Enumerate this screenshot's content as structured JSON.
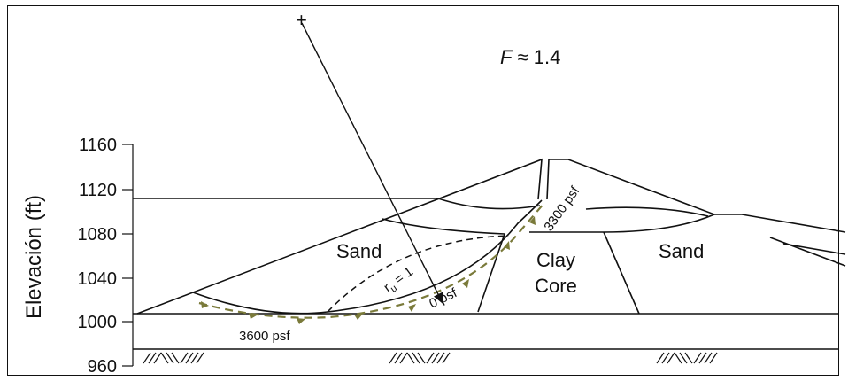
{
  "factor_of_safety": {
    "prefix": "F",
    "value": "≈ 1.4"
  },
  "y_axis": {
    "label": "Elevación (ft)",
    "ticks": [
      "1160",
      "1120",
      "1080",
      "1040",
      "1000",
      "960"
    ]
  },
  "regions": {
    "sand_left": "Sand",
    "sand_right": "Sand",
    "core_line1": "Clay",
    "core_line2": "Core"
  },
  "annotations": {
    "pressure_base": "3600 psf",
    "pressure_top": "3300 psf",
    "pressure_zero": "0 psf",
    "ru_label": "r",
    "ru_sub": "u",
    "ru_value": " = 1"
  },
  "center_marker": "+",
  "colors": {
    "line": "#111111",
    "arrow": "#7a7a3a"
  }
}
